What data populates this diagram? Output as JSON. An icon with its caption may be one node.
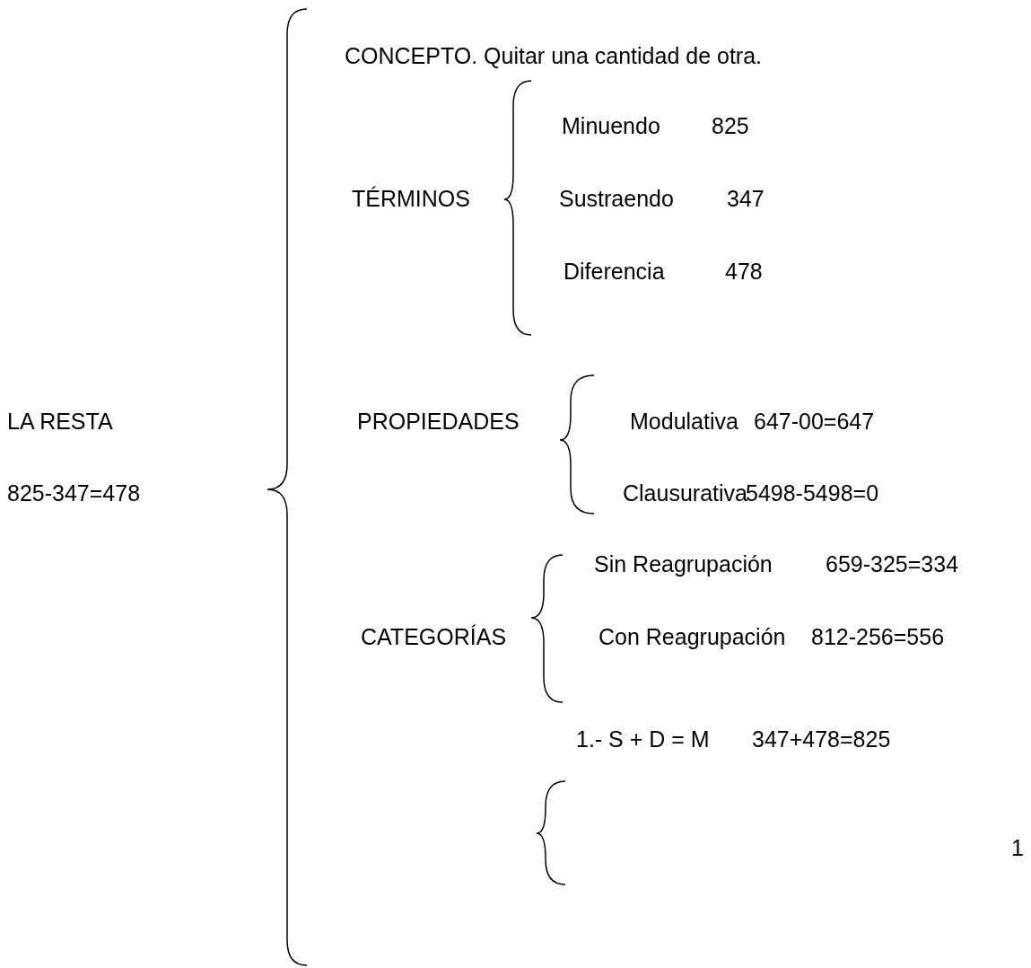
{
  "diagram": {
    "labels": [
      "CONCEPTO. Quitar una cantidad de otra.",
      "Minuendo",
      "825",
      "TÉRMINOS",
      "Sustraendo",
      "347",
      "Diferencia",
      "478",
      "LA RESTA",
      "PROPIEDADES",
      "Modulativa",
      "647-00=647",
      "825-347=478",
      "Clausurativa",
      "5498-5498=0",
      "Sin Reagrupación",
      "659-325=334",
      "CATEGORÍAS",
      "Con Reagrupación",
      "812-256=556",
      "1.- S + D = M",
      "347+478=825",
      "1"
    ]
  }
}
